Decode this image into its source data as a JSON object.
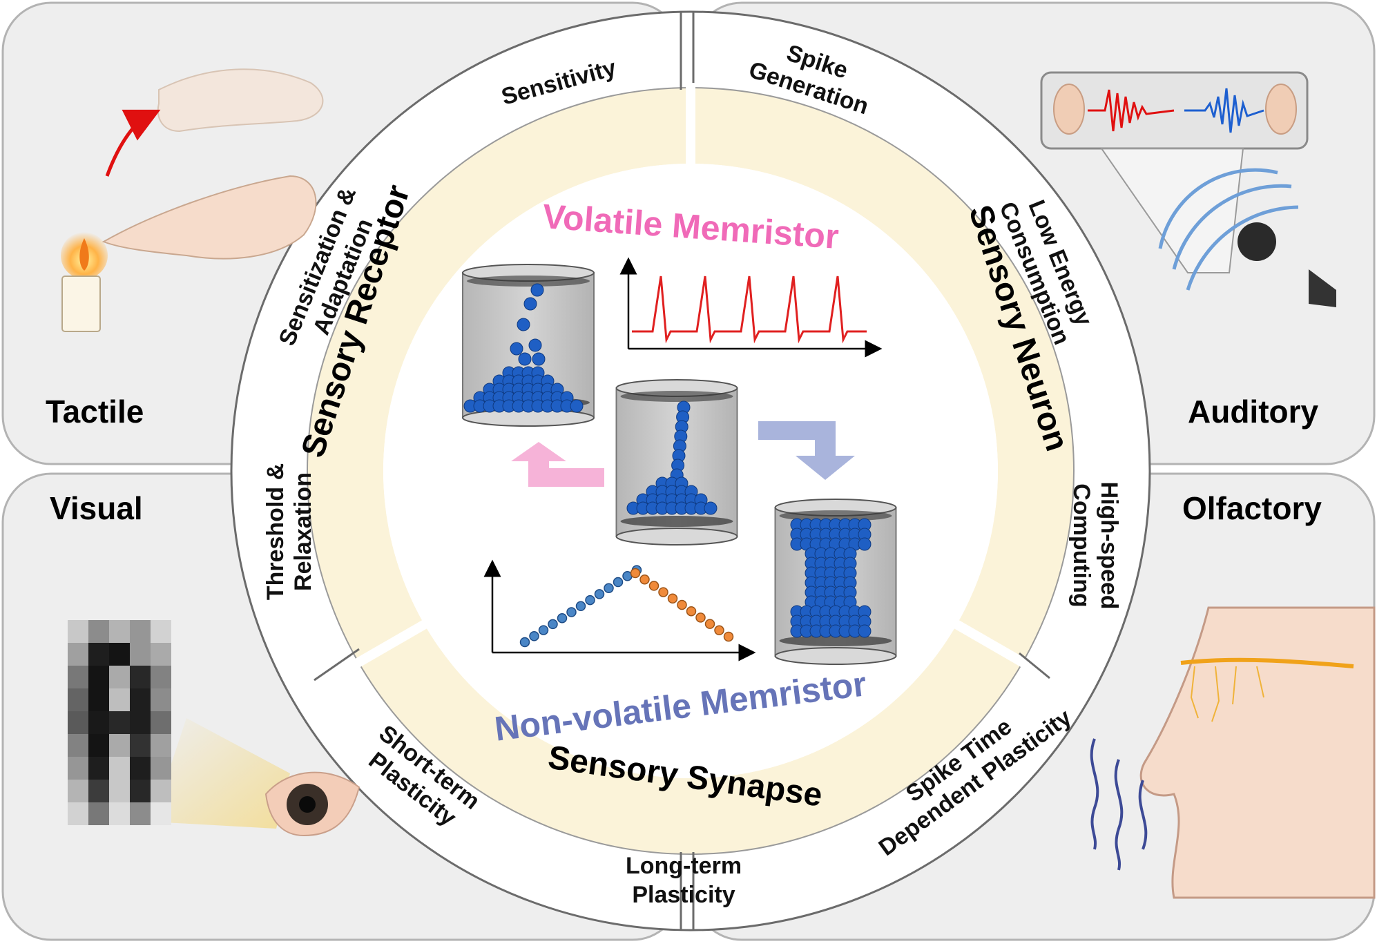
{
  "colors": {
    "panel": "#eeeeee",
    "panel_border": "#b3b3b3",
    "inner_band": "#fbf3d9",
    "volatile": "#f06ab8",
    "nonvolatile": "#6674b8",
    "ball": "#1f5fc4",
    "spike": "#e02020",
    "pot_dot": "#4a86c6",
    "dep_dot": "#f08a3a",
    "arrow_pink": "#f6b3d8",
    "arrow_blue": "#a9b4dc"
  },
  "quadrants": {
    "tactile": "Tactile",
    "auditory": "Auditory",
    "visual": "Visual",
    "olfactory": "Olfactory"
  },
  "ring": {
    "sensitivity": "Sensitivity",
    "sensitization": [
      "Sensitization &",
      "Adaptation"
    ],
    "threshold": [
      "Threshold &",
      "Relaxation"
    ],
    "spike_generation": [
      "Spike",
      "Generation"
    ],
    "low_energy": [
      "Low Energy",
      "Consumption"
    ],
    "high_speed": [
      "High-speed",
      "Computing"
    ],
    "short_term": [
      "Short-term",
      "Plasticity"
    ],
    "long_term": [
      "Long-term",
      "Plasticity"
    ],
    "stdp": [
      "Spike Time",
      "Dependent Plasticity"
    ]
  },
  "inner": {
    "sensory_receptor": "Sensory Receptor",
    "sensory_neuron": "Sensory Neuron",
    "sensory_synapse": "Sensory Synapse",
    "volatile": "Volatile Memristor",
    "nonvolatile": "Non-volatile Memristor"
  },
  "icons": {
    "tactile": "hand-touching-candle-icon",
    "auditory": "ears-and-speaker-icon",
    "visual": "eye-viewing-pixel-letter-icon",
    "olfactory": "nose-smelling-icon"
  }
}
